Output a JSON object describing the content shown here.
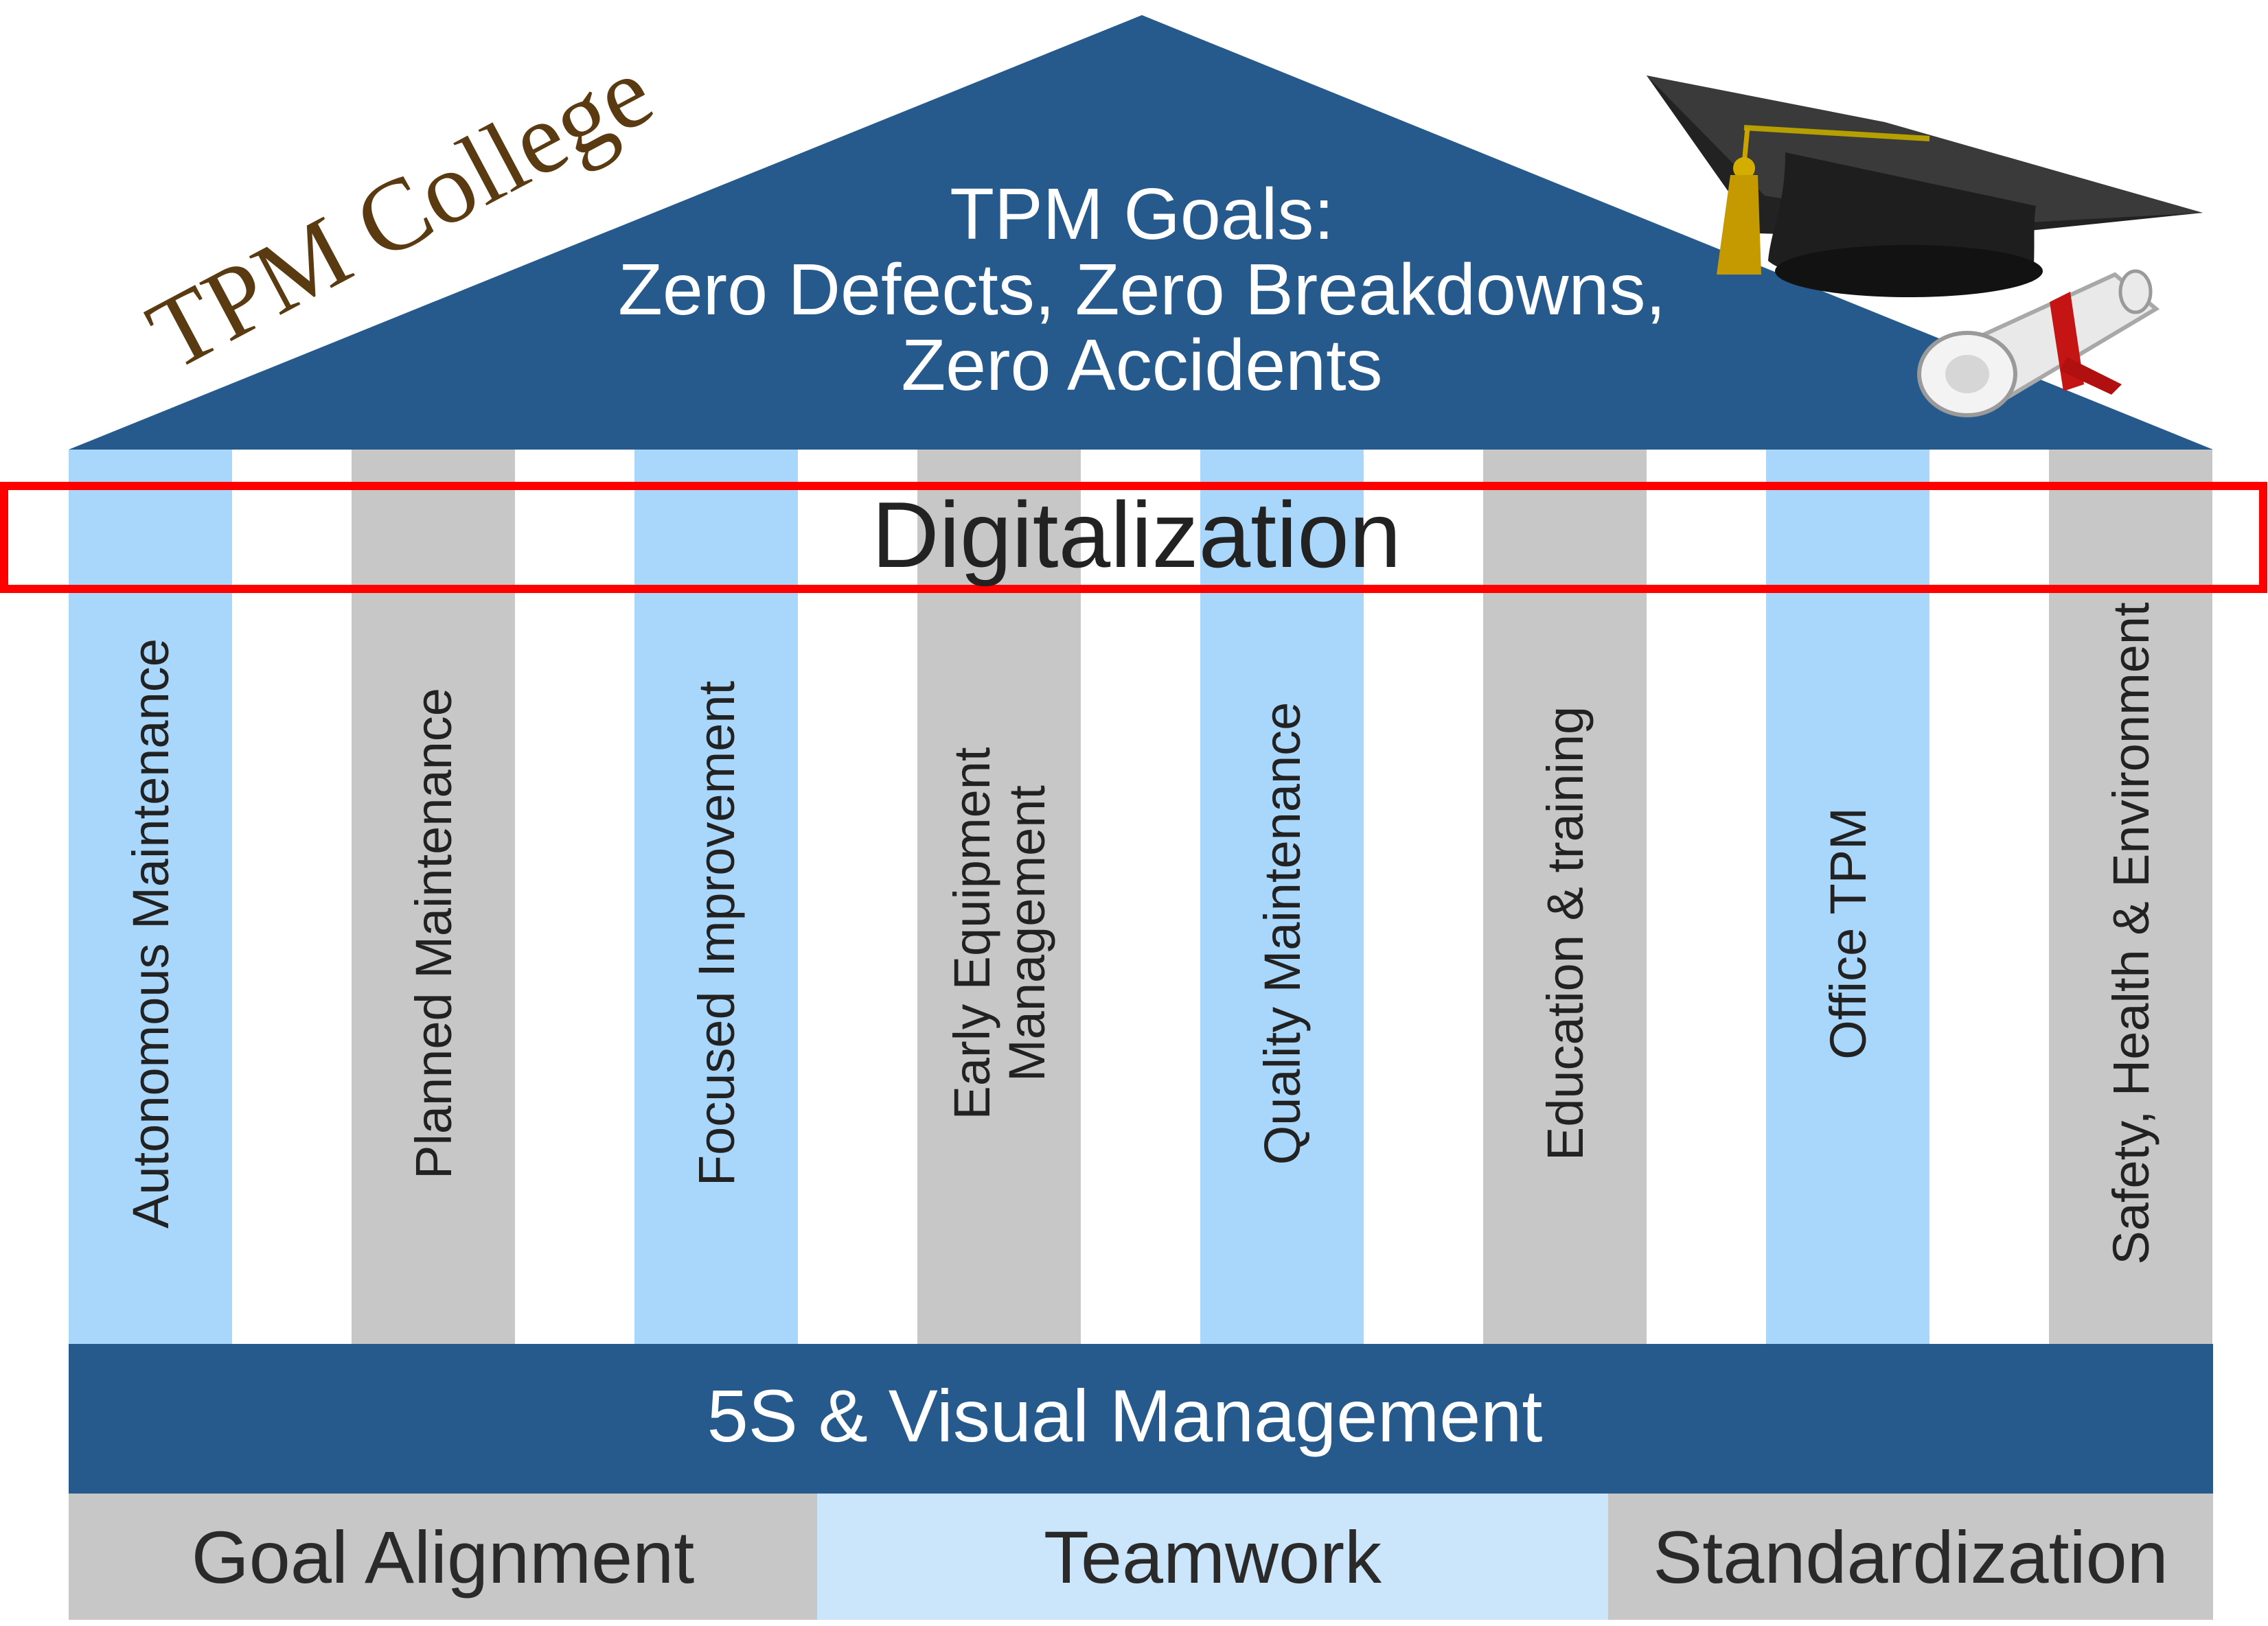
{
  "brand": {
    "college_label": "TPM College"
  },
  "roof": {
    "title": "TPM Goals:",
    "goals_line1": "Zero Defects, Zero Breakdowns,",
    "goals_line2": "Zero Accidents"
  },
  "highlight": {
    "label": "Digitalization"
  },
  "pillars": [
    {
      "lines": [
        "Autonomous Maintenance"
      ],
      "tone": "blue"
    },
    {
      "lines": [
        "Planned Maintenance"
      ],
      "tone": "gray"
    },
    {
      "lines": [
        "Focused Improvement"
      ],
      "tone": "blue"
    },
    {
      "lines": [
        "Early Equipment",
        "Management"
      ],
      "tone": "gray"
    },
    {
      "lines": [
        "Quality Maintenance"
      ],
      "tone": "blue"
    },
    {
      "lines": [
        "Education & training"
      ],
      "tone": "gray"
    },
    {
      "lines": [
        "Office TPM"
      ],
      "tone": "blue"
    },
    {
      "lines": [
        "Safety, Health & Environment"
      ],
      "tone": "gray"
    }
  ],
  "base_band": {
    "label": "5S & Visual Management"
  },
  "foundation": [
    {
      "label": "Goal Alignment",
      "tone": "gray"
    },
    {
      "label": "Teamwork",
      "tone": "light-blue"
    },
    {
      "label": "Standardization",
      "tone": "gray"
    }
  ],
  "icons": {
    "graduation": "graduation-cap-icon",
    "diploma": "diploma-scroll-icon"
  },
  "colors": {
    "roof_blue": "#275a8c",
    "pillar_blue": "#a9d6fb",
    "pillar_gray": "#c7c7c7",
    "foundation_light_blue": "#cbe6fa",
    "highlight_red": "#ff0000",
    "college_text": "#5a3a10"
  }
}
